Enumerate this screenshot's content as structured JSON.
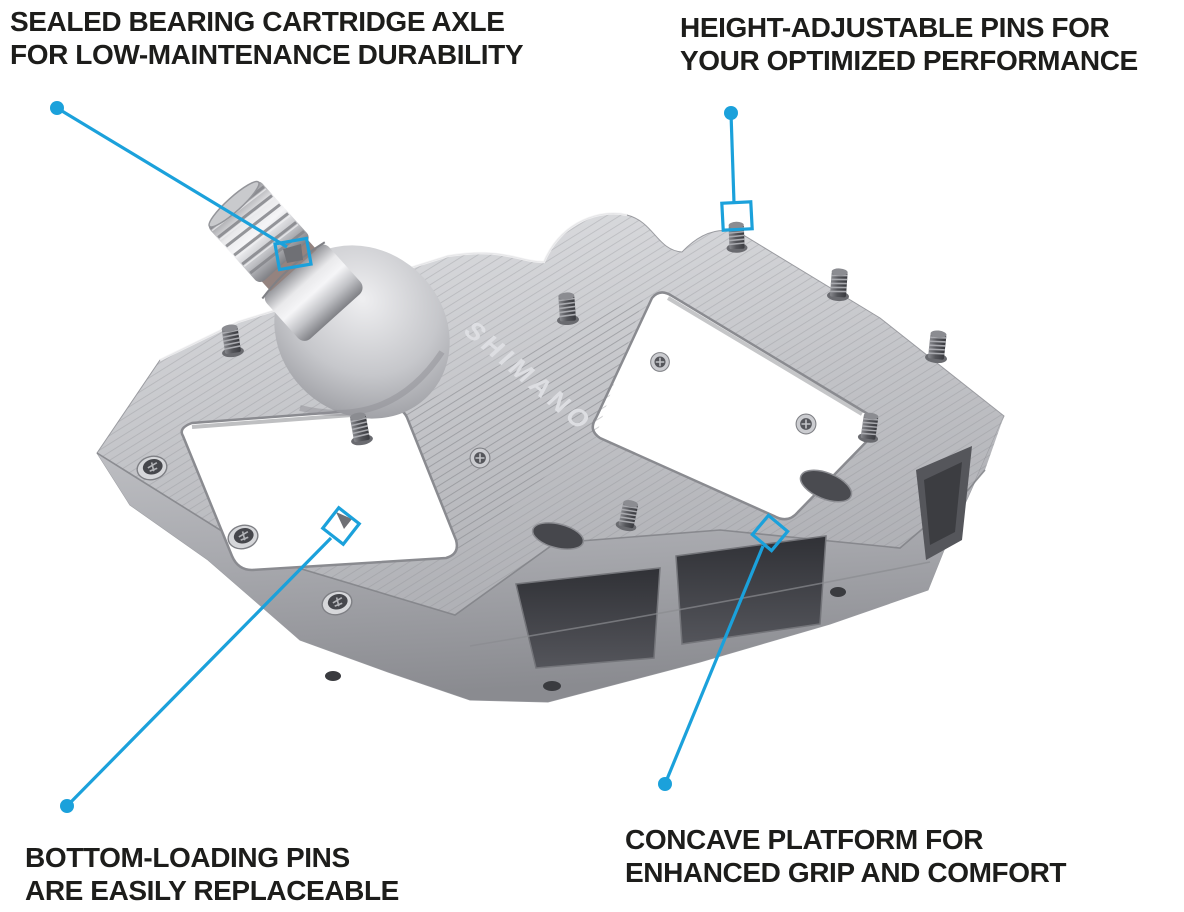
{
  "colors": {
    "accent": "#1BA1DB",
    "text": "#1D1D1B",
    "background": "#FFFFFF",
    "pedal_silver": "#C3C4C8"
  },
  "product": {
    "brand": "SHIMANO"
  },
  "callouts": {
    "sealed_bearing": {
      "line1": "SEALED BEARING CARTRIDGE AXLE",
      "line2": "FOR LOW-MAINTENANCE DURABILITY"
    },
    "height_adjustable": {
      "line1": "HEIGHT-ADJUSTABLE PINS FOR",
      "line2": "YOUR OPTIMIZED PERFORMANCE"
    },
    "bottom_loading": {
      "line1": "BOTTOM-LOADING PINS",
      "line2": "ARE EASILY REPLACEABLE"
    },
    "concave": {
      "line1": "CONCAVE PLATFORM FOR",
      "line2": "ENHANCED GRIP AND COMFORT"
    }
  }
}
